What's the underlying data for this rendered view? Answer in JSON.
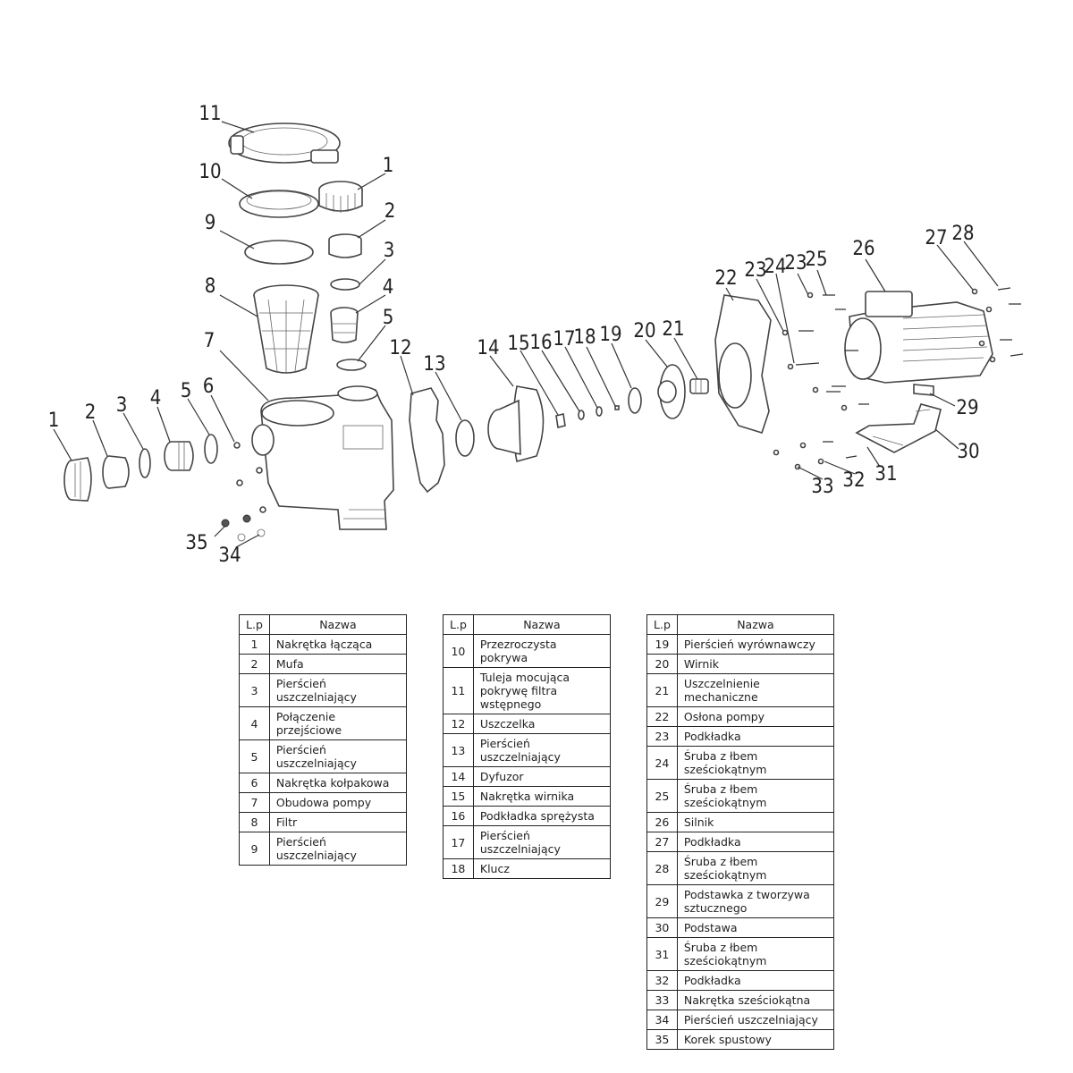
{
  "diagram": {
    "callouts": [
      "1",
      "2",
      "3",
      "4",
      "5",
      "6",
      "7",
      "8",
      "9",
      "10",
      "11",
      "12",
      "13",
      "14",
      "15",
      "16",
      "17",
      "18",
      "19",
      "20",
      "21",
      "22",
      "23",
      "24",
      "25",
      "26",
      "27",
      "28",
      "29",
      "30",
      "31",
      "32",
      "33",
      "34",
      "35"
    ]
  },
  "table_headers": {
    "lp": "L.p",
    "name": "Nazwa"
  },
  "tables": [
    [
      {
        "lp": "1",
        "name": "Nakrętka łącząca"
      },
      {
        "lp": "2",
        "name": "Mufa"
      },
      {
        "lp": "3",
        "name": "Pierścień uszczelniający"
      },
      {
        "lp": "4",
        "name": "Połączenie przejściowe"
      },
      {
        "lp": "5",
        "name": "Pierścień uszczelniający"
      },
      {
        "lp": "6",
        "name": "Nakrętka kołpakowa"
      },
      {
        "lp": "7",
        "name": "Obudowa pompy"
      },
      {
        "lp": "8",
        "name": "Filtr"
      },
      {
        "lp": "9",
        "name": "Pierścień uszczelniający"
      }
    ],
    [
      {
        "lp": "10",
        "name": "Przezroczysta pokrywa"
      },
      {
        "lp": "11",
        "name": "Tuleja mocująca pokrywę filtra wstępnego"
      },
      {
        "lp": "12",
        "name": "Uszczelka"
      },
      {
        "lp": "13",
        "name": "Pierścień uszczelniający"
      },
      {
        "lp": "14",
        "name": "Dyfuzor"
      },
      {
        "lp": "15",
        "name": "Nakrętka wirnika"
      },
      {
        "lp": "16",
        "name": "Podkładka sprężysta"
      },
      {
        "lp": "17",
        "name": "Pierścień uszczelniający"
      },
      {
        "lp": "18",
        "name": "Klucz"
      }
    ],
    [
      {
        "lp": "19",
        "name": "Pierścień wyrównawczy"
      },
      {
        "lp": "20",
        "name": "Wirnik"
      },
      {
        "lp": "21",
        "name": "Uszczelnienie mechaniczne"
      },
      {
        "lp": "22",
        "name": "Osłona pompy"
      },
      {
        "lp": "23",
        "name": "Podkładka"
      },
      {
        "lp": "24",
        "name": "Śruba z łbem sześciokątnym"
      },
      {
        "lp": "25",
        "name": "Śruba z łbem sześciokątnym"
      },
      {
        "lp": "26",
        "name": "Silnik"
      },
      {
        "lp": "27",
        "name": "Podkładka"
      },
      {
        "lp": "28",
        "name": "Śruba z łbem sześciokątnym"
      },
      {
        "lp": "29",
        "name": "Podstawka z tworzywa sztucznego"
      },
      {
        "lp": "30",
        "name": "Podstawa"
      },
      {
        "lp": "31",
        "name": "Śruba z łbem sześciokątnym"
      },
      {
        "lp": "32",
        "name": "Podkładka"
      },
      {
        "lp": "33",
        "name": "Nakrętka sześciokątna"
      },
      {
        "lp": "34",
        "name": "Pierścień uszczelniający"
      },
      {
        "lp": "35",
        "name": "Korek spustowy"
      }
    ]
  ]
}
